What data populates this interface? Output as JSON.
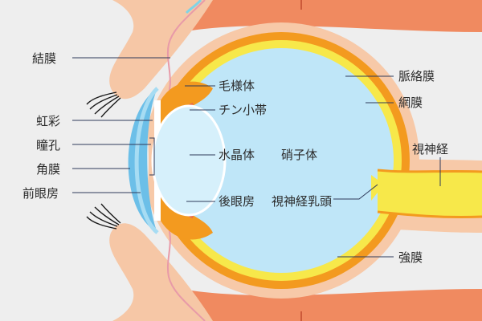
{
  "labels": {
    "conjunctiva": "結膜",
    "iris": "虹彩",
    "pupil": "瞳孔",
    "cornea": "角膜",
    "anterior_chamber": "前眼房",
    "ciliary_body": "毛様体",
    "zonule": "チン小帯",
    "lens": "水晶体",
    "vitreous": "硝子体",
    "posterior_chamber": "後眼房",
    "choroid": "脈絡膜",
    "retina": "網膜",
    "optic_nerve": "視神経",
    "optic_disc": "視神経乳頭",
    "sclera": "強膜"
  },
  "colors": {
    "background": "#eeeeee",
    "vitreous": "#bfe6f8",
    "lens": "#d6f0fb",
    "cornea": "#6cbfe8",
    "retina": "#f7e84a",
    "choroid": "#f39a1f",
    "sclera": "#f7c9a8",
    "muscle": "#f08a60",
    "eyelid": "#f6c7a6",
    "conjunctiva_line": "#e89aa8",
    "leader_line": "#2f3a5a"
  }
}
